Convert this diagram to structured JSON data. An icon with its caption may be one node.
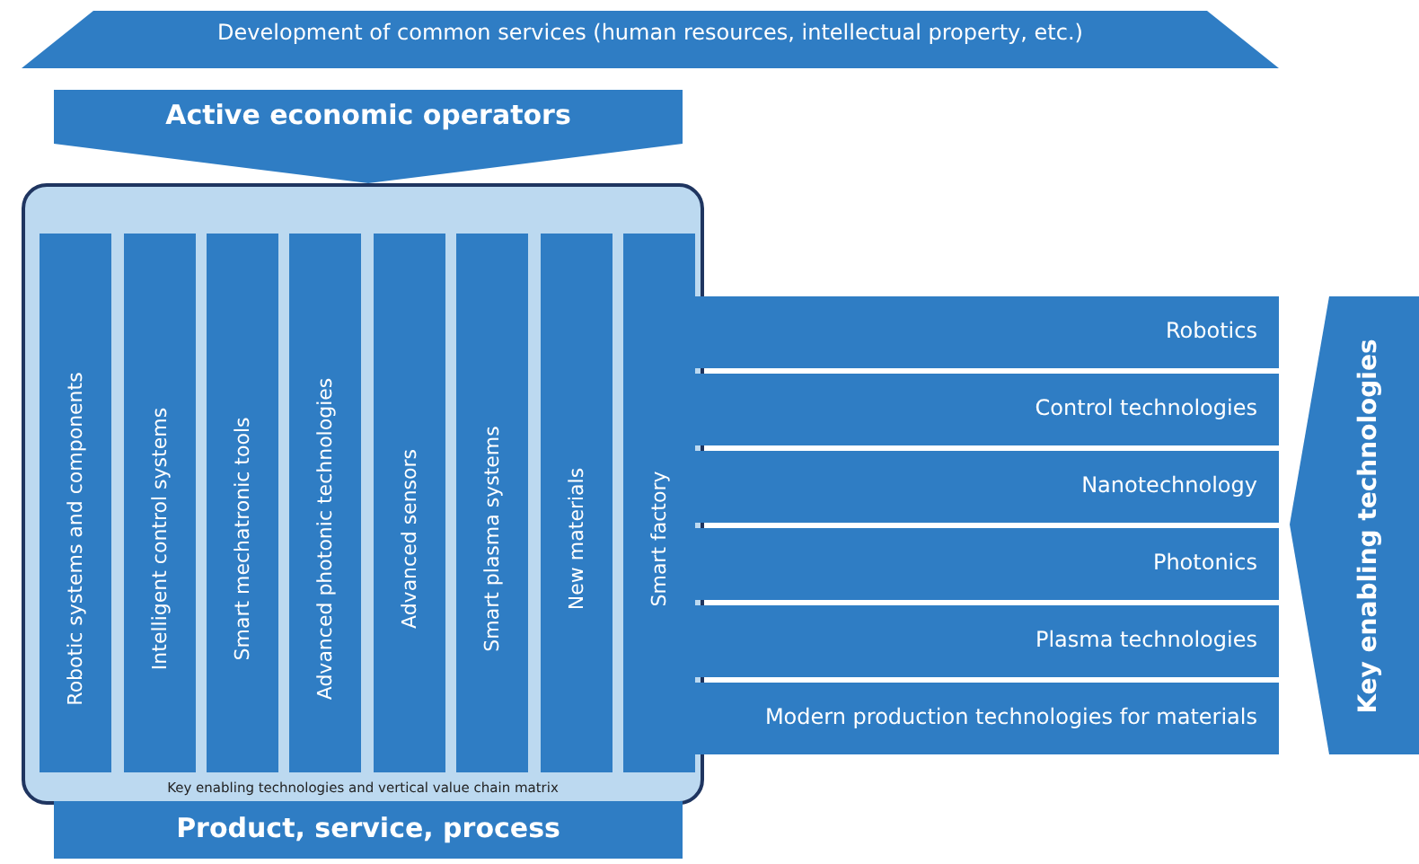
{
  "diagram": {
    "nodes": [
      {
        "text": [
          "Development of common services (human resources, intellectual property, etc.)"
        ]
      },
      {
        "text": [
          "Active economic operators"
        ]
      },
      {
        "text": [
          "Key enabling technologies and vertical value chain matrix"
        ]
      },
      {
        "text": [
          "Robotic systems and components"
        ],
        "in": 2
      },
      {
        "text": [
          "Intelligent control  systems"
        ],
        "in": 2
      },
      {
        "text": [
          "Smart mechatronic tools"
        ],
        "in": 2
      },
      {
        "text": [
          "Advanced photonic technologies"
        ],
        "in": 2
      },
      {
        "text": [
          "Advanced sensors"
        ],
        "in": 2
      },
      {
        "text": [
          "Smart plasma systems"
        ],
        "in": 2
      },
      {
        "text": [
          "New materials"
        ],
        "in": 2
      },
      {
        "text": [
          "Smart factory"
        ],
        "in": 2
      },
      {
        "text": [
          "Robotics"
        ]
      },
      {
        "text": [
          "Control technologies"
        ]
      },
      {
        "text": [
          "Nanotechnology"
        ]
      },
      {
        "text": [
          "Photonics"
        ]
      },
      {
        "text": [
          "Plasma technologies"
        ]
      },
      {
        "text": [
          "Modern production technologies for materials"
        ]
      },
      {
        "text": [
          "Key enabling technologies"
        ]
      },
      {
        "text": [
          "Product, service, process"
        ]
      }
    ]
  }
}
